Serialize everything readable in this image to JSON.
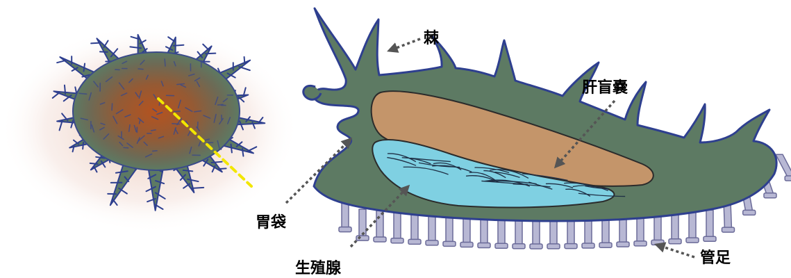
{
  "labels": {
    "spine": "棘",
    "pyloric_caeca": "肝盲嚢",
    "stomach": "胃袋",
    "gonad": "生殖腺",
    "tube_feet": "管足"
  },
  "colors": {
    "body": "#5d7a63",
    "outline": "#2e3f8f",
    "caeca": "#c4956a",
    "gonad": "#7fd0e2",
    "tube_feet": "#b8b8d4",
    "starfish_center": "#b5531f",
    "section_line": "#f2e600",
    "arrow": "#555555"
  }
}
